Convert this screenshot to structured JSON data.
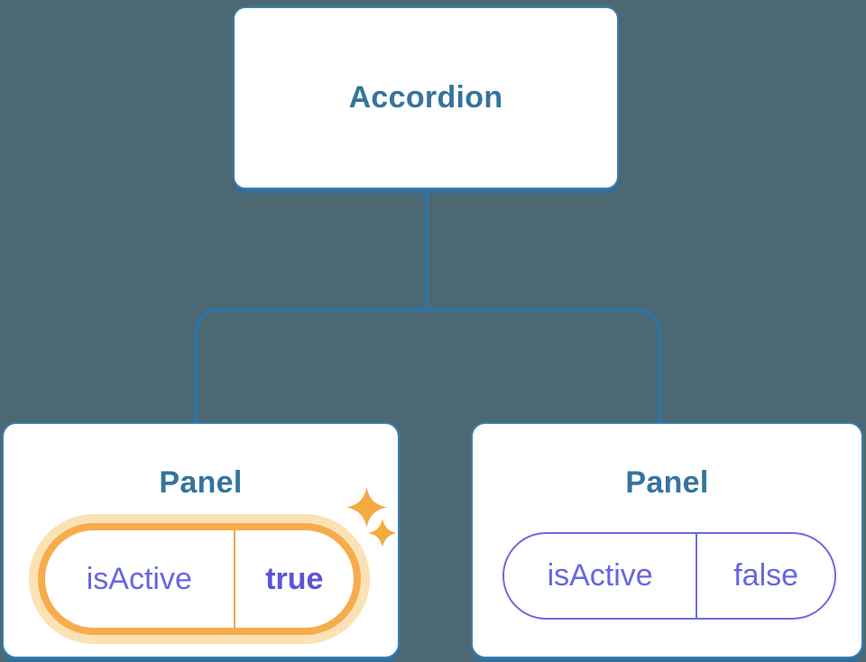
{
  "diagram": {
    "root": {
      "label": "Accordion"
    },
    "panels": [
      {
        "label": "Panel",
        "state_name": "isActive",
        "state_value": "true",
        "highlighted": true
      },
      {
        "label": "Panel",
        "state_name": "isActive",
        "state_value": "false",
        "highlighted": false
      }
    ]
  },
  "icons": {
    "sparkles": "sparkles-icon"
  },
  "colors": {
    "background": "#4C6872",
    "connector": "#2E74A6",
    "node_border": "#3D7DAB",
    "node_border_shadow": "#2D6F9E",
    "node_text": "#35749E",
    "state_text": "#6965E2",
    "state_value_active_text": "#5A55D6",
    "active_ring": "#F6AC4D",
    "active_halo": "#FBE2B4",
    "active_divider": "#F3A64B",
    "inactive_border": "#6E6AE0",
    "sparkle": "#F5A942"
  }
}
